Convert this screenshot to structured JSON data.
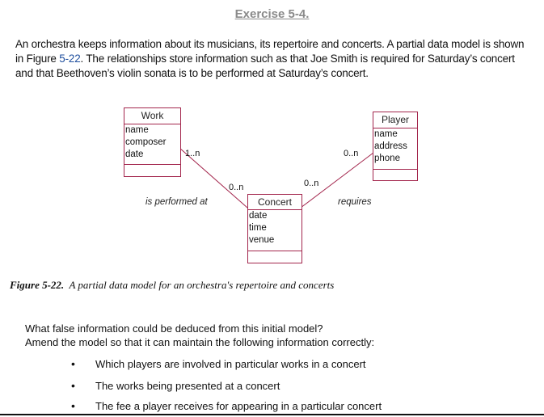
{
  "title": "Exercise 5-4.",
  "intro": {
    "before": "An orchestra keeps information about its musicians, its repertoire and concerts. A partial data model is shown in Figure ",
    "figure_ref": "5-22",
    "after": ". The relationships store information such as that Joe Smith is required for Saturday’s concert and that Beethoven’s violin sonata is to be performed at Saturday’s concert."
  },
  "diagram": {
    "work": {
      "name": "Work",
      "attributes": [
        "name",
        "composer",
        "date"
      ]
    },
    "player": {
      "name": "Player",
      "attributes": [
        "name",
        "address",
        "phone"
      ]
    },
    "concert": {
      "name": "Concert",
      "attributes": [
        "date",
        "time",
        "venue"
      ]
    },
    "multiplicities": {
      "work_side": "1..n",
      "concert_left": "0..n",
      "concert_right": "0..n",
      "player_side": "0..n"
    },
    "relationships": {
      "work_concert": "is performed at",
      "player_concert": "requires"
    }
  },
  "caption": {
    "label": "Figure 5-22.",
    "text": "A partial data model for an orchestra's repertoire and concerts"
  },
  "questions": [
    "What false information could be deduced from this initial model?",
    "Amend the model so that it can maintain the following information correctly:"
  ],
  "bullets": [
    "Which players are involved in particular works in a concert",
    "The works being presented at a concert",
    "The fee a player receives for appearing in a particular concert"
  ],
  "colors": {
    "entity_border": "#a3264d",
    "heading": "#8a8a8a",
    "link": "#1f4f9e"
  }
}
